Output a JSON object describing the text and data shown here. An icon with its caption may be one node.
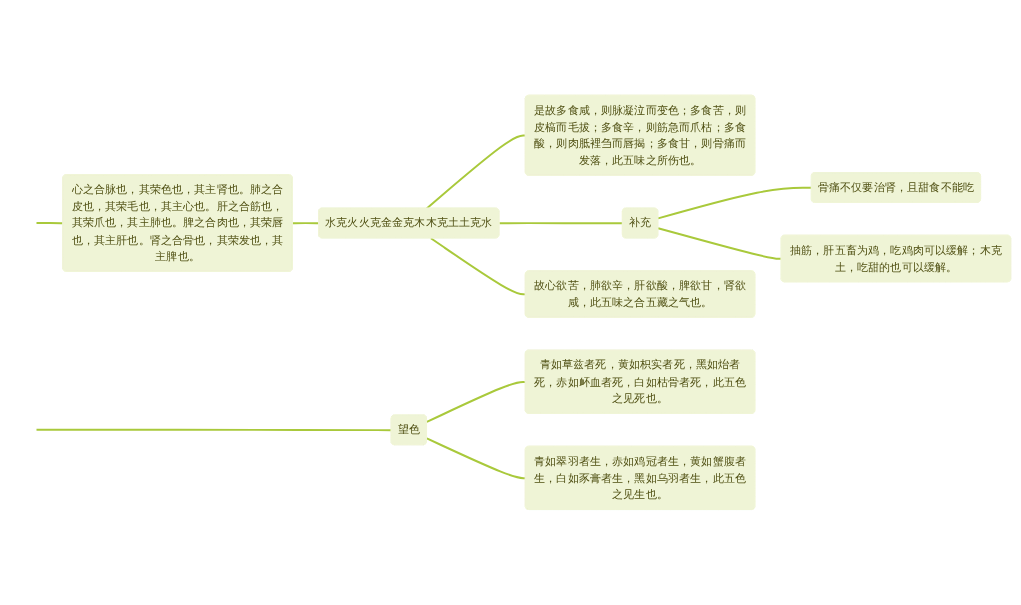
{
  "diagram": {
    "nodes": [
      {
        "text": [
          "心之合脉也，其荣色也，其主肾也。肺之合皮也，其荣毛也，其主心也。肝之合筋也，其荣爪也，其主肺也。脾之合肉也，其荣唇也，其主肝也。肾之合骨也，其荣发也，其主脾也。"
        ]
      },
      {
        "text": [
          "水克火火克金金克木木克土土克水"
        ]
      },
      {
        "text": [
          "是故多食咸，则脉凝泣而变色；多食苦，则皮槁而毛拔；多食辛，则筋急而爪枯；多食酸，则肉胝裡刍而唇揭；多食甘，则骨痛而发落，此五味之所伤也。"
        ]
      },
      {
        "text": [
          "补充"
        ]
      },
      {
        "text": [
          "骨痛不仅要治肾，且甜食不能吃"
        ]
      },
      {
        "text": [
          "抽筋，肝五畜为鸡，吃鸡肉可以缓解；木克土，吃甜的也可以缓解。"
        ]
      },
      {
        "text": [
          "故心欲苦，肺欲辛，肝欲酸，脾欲甘，肾欲咸，此五味之合五藏之气也。"
        ]
      },
      {
        "text": [
          "望色"
        ]
      },
      {
        "text": [
          "青如草兹者死，黄如枳实者死，黑如炲者死，赤如衃血者死，白如枯骨者死，此五色之见死也。"
        ]
      },
      {
        "text": [
          "青如翠羽者生，赤如鸡冠者生，黄如蟹腹者生，白如豕膏者生，黑如乌羽者生，此五色之见生也。"
        ]
      }
    ],
    "edges": [
      {
        "from": null,
        "to": 0,
        "arrow": "none"
      },
      {
        "from": 0,
        "to": 1,
        "arrow": "none"
      },
      {
        "from": 1,
        "to": 2,
        "arrow": "none"
      },
      {
        "from": 1,
        "to": 3,
        "arrow": "none"
      },
      {
        "from": 3,
        "to": 4,
        "arrow": "none"
      },
      {
        "from": 3,
        "to": 5,
        "arrow": "none"
      },
      {
        "from": 1,
        "to": 6,
        "arrow": "none"
      },
      {
        "from": null,
        "to": 7,
        "arrow": "none"
      },
      {
        "from": 7,
        "to": 8,
        "arrow": "none"
      },
      {
        "from": 7,
        "to": 9,
        "arrow": "none"
      }
    ]
  }
}
